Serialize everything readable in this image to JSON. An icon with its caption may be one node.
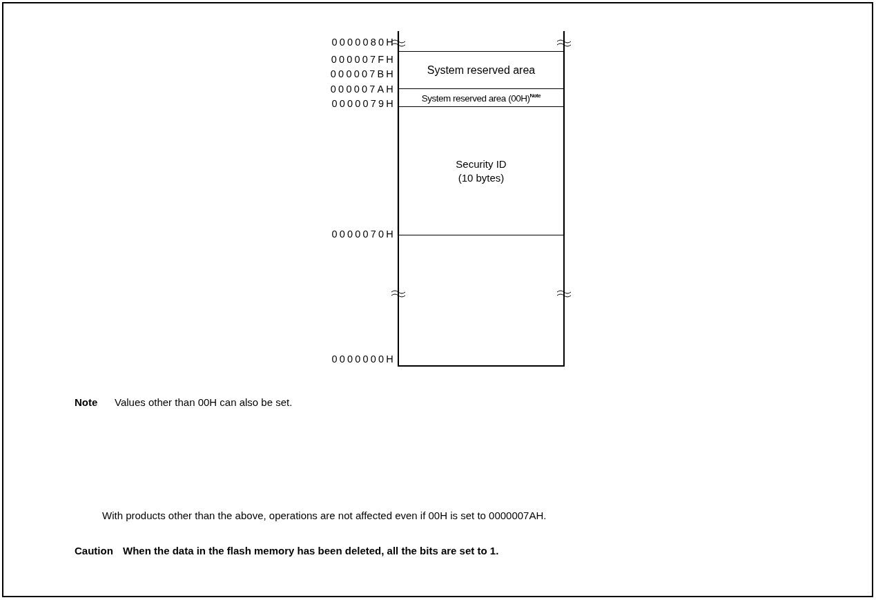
{
  "diagram": {
    "nodes": [
      {
        "text": [
          "System reserved area"
        ]
      },
      {
        "text": [
          "System reserved area (00H)$^{Note}$"
        ]
      },
      {
        "text": [
          "Security ID (10 bytes)"
        ]
      },
      {
        "text": [],
        "shape": "box"
      }
    ],
    "edges": [],
    "labels": [
      "0000080H",
      "000007FH",
      "000007BH",
      "000007AH",
      "0000079H",
      "0000070H",
      "0000000H",
      "Note",
      "Values other than 00H can also be set.",
      "With products other than the above, operations are not affected even if 00H is set to 0000007AH.",
      "Caution",
      "When the data in the flash memory has been deleted, all the bits are set to 1."
    ]
  }
}
